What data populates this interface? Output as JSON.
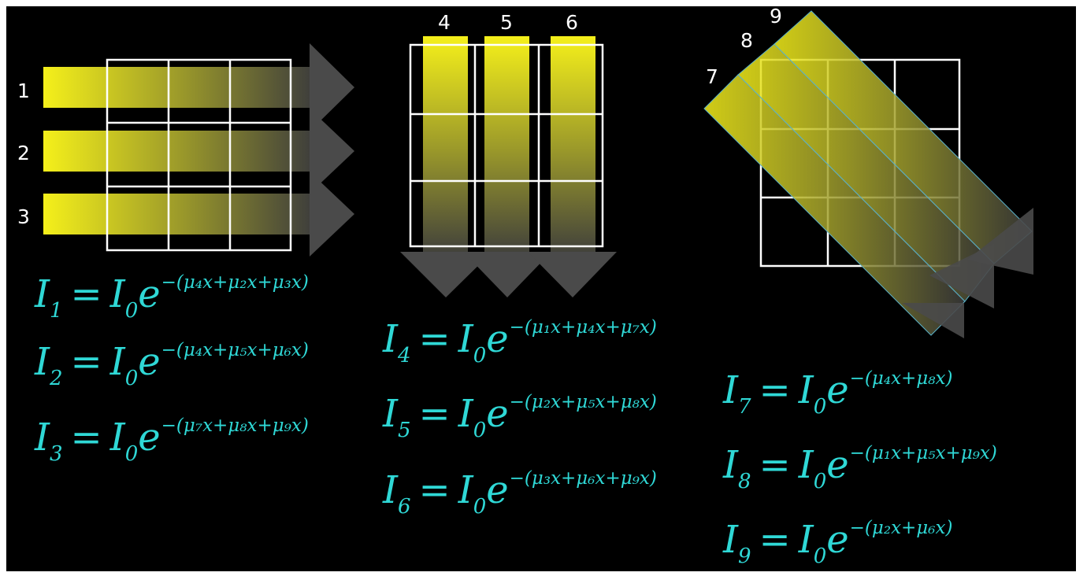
{
  "beam_labels": [
    "1",
    "2",
    "3",
    "4",
    "5",
    "6",
    "7",
    "8",
    "9"
  ],
  "equations": {
    "eq1": {
      "lhs": "I",
      "lhs_sub": "1",
      "eq": "=",
      "i0": "I",
      "i0_sub": "0",
      "base": "e",
      "exponent": "−(μ₄x+μ₂x+μ₃x)"
    },
    "eq2": {
      "lhs": "I",
      "lhs_sub": "2",
      "eq": "=",
      "i0": "I",
      "i0_sub": "0",
      "base": "e",
      "exponent": "−(μ₄x+μ₅x+μ₆x)"
    },
    "eq3": {
      "lhs": "I",
      "lhs_sub": "3",
      "eq": "=",
      "i0": "I",
      "i0_sub": "0",
      "base": "e",
      "exponent": "−(μ₇x+μ₈x+μ₉x)"
    },
    "eq4": {
      "lhs": "I",
      "lhs_sub": "4",
      "eq": "=",
      "i0": "I",
      "i0_sub": "0",
      "base": "e",
      "exponent": "−(μ₁x+μ₄x+μ₇x)"
    },
    "eq5": {
      "lhs": "I",
      "lhs_sub": "5",
      "eq": "=",
      "i0": "I",
      "i0_sub": "0",
      "base": "e",
      "exponent": "−(μ₂x+μ₅x+μ₈x)"
    },
    "eq6": {
      "lhs": "I",
      "lhs_sub": "6",
      "eq": "=",
      "i0": "I",
      "i0_sub": "0",
      "base": "e",
      "exponent": "−(μ₃x+μ₆x+μ₉x)"
    },
    "eq7": {
      "lhs": "I",
      "lhs_sub": "7",
      "eq": "=",
      "i0": "I",
      "i0_sub": "0",
      "base": "e",
      "exponent": "−(μ₄x+μ₈x)"
    },
    "eq8": {
      "lhs": "I",
      "lhs_sub": "8",
      "eq": "=",
      "i0": "I",
      "i0_sub": "0",
      "base": "e",
      "exponent": "−(μ₁x+μ₅x+μ₉x)"
    },
    "eq9": {
      "lhs": "I",
      "lhs_sub": "9",
      "eq": "=",
      "i0": "I",
      "i0_sub": "0",
      "base": "e",
      "exponent": "−(μ₂x+μ₆x)"
    }
  },
  "colors": {
    "background": "#000000",
    "beam_start": "#f5f01a",
    "beam_end": "#3a3a3a",
    "arrowhead": "#4a4a4a",
    "grid": "#ffffff",
    "equation": "#2fd8d6",
    "label": "#ffffff"
  }
}
